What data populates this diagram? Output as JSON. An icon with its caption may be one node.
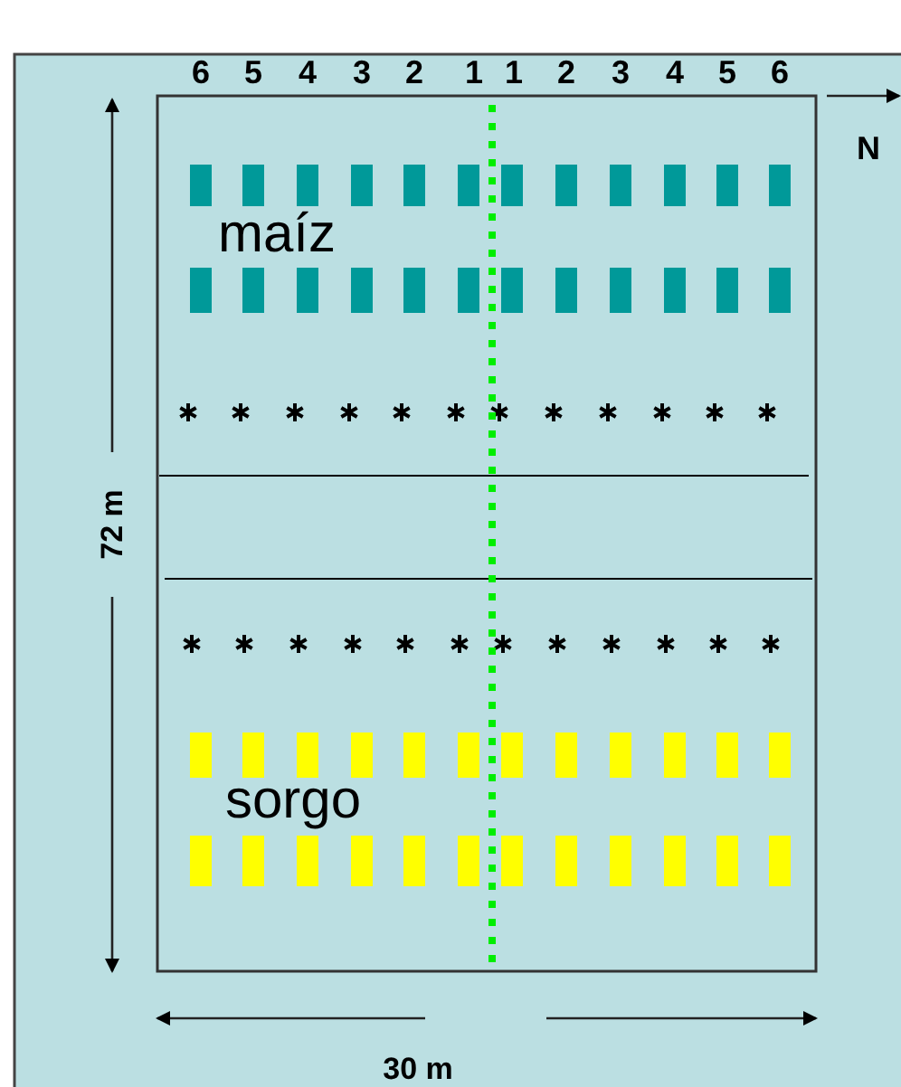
{
  "diagram": {
    "labels": [
      "6",
      "5",
      "4",
      "3",
      "2",
      "1",
      "1",
      "2",
      "3",
      "4",
      "5",
      "6",
      "N",
      "maíz",
      "72 m",
      "sorgo",
      "30 m"
    ]
  }
}
